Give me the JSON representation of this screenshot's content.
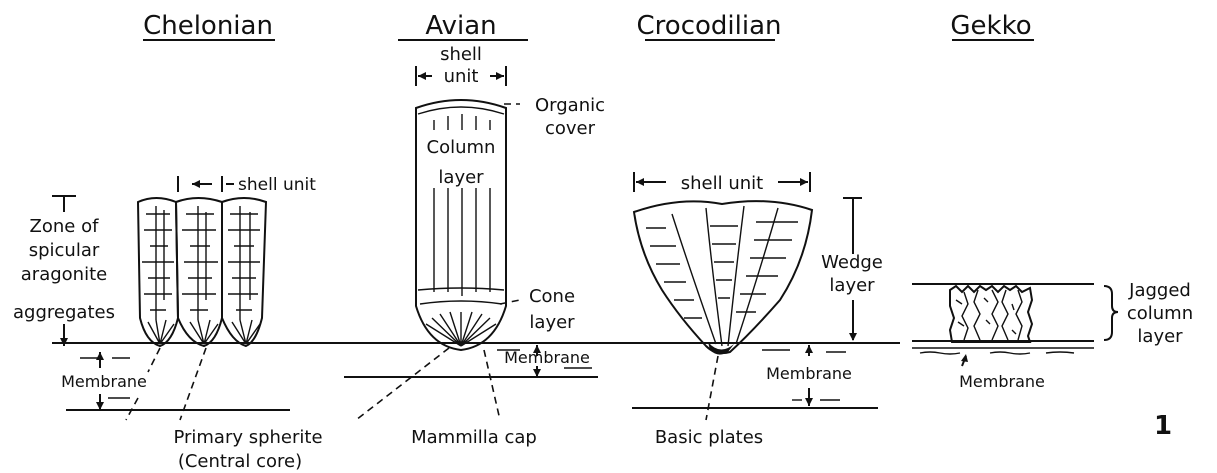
{
  "figure": {
    "number": "1",
    "panels": {
      "chelonian": {
        "title": "Chelonian",
        "shell_unit": "shell unit",
        "zone_line1": "Zone of",
        "zone_line2": "spicular",
        "zone_line3": "aragonite",
        "zone_line4": "aggregates",
        "membrane": "Membrane",
        "sphere_line1": "Primary spherite",
        "sphere_line2": "(Central core)"
      },
      "avian": {
        "title": "Avian",
        "shell_line1": "shell",
        "shell_line2": "unit",
        "organic_line1": "Organic",
        "organic_line2": "cover",
        "column_line1": "Column",
        "column_line2": "layer",
        "cone_line1": "Cone",
        "cone_line2": "layer",
        "membrane": "Membrane",
        "mammilla": "Mammilla cap"
      },
      "crocodilian": {
        "title": "Crocodilian",
        "shell_unit": "shell unit",
        "wedge_line1": "Wedge",
        "wedge_line2": "layer",
        "membrane": "Membrane",
        "basic": "Basic plates"
      },
      "gekko": {
        "title": "Gekko",
        "jagged_line1": "Jagged",
        "jagged_line2": "column",
        "jagged_line3": "layer",
        "membrane": "Membrane"
      }
    }
  }
}
